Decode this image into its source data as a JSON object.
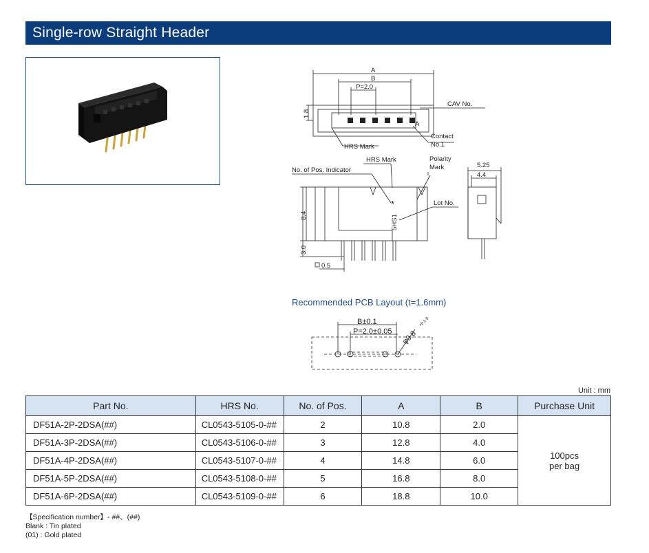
{
  "page": {
    "title": "Single-row Straight Header"
  },
  "drawing": {
    "top_view": {
      "dim_a": "A",
      "dim_b": "B",
      "pitch": "P=2.0",
      "height": "1.8",
      "cav_no": "CAV No.",
      "cav_letter": "A",
      "contact_label_1": "Contact",
      "contact_label_2": "No.1",
      "hrs_mark": "HRS Mark"
    },
    "front_view": {
      "hrs_mark": "HRS Mark",
      "pos_indicator": "No. of Pos. Indicator",
      "polarity_1": "Polarity",
      "polarity_2": "Mark",
      "lot_no": "Lot No.",
      "lot_code": "5HS1",
      "star": "*",
      "dim_body": "8.4",
      "dim_pin": "3.0",
      "pin_square": "0.5",
      "side_w1": "5.25",
      "side_w2": "4.4"
    }
  },
  "pcb": {
    "title": "Recommended PCB Layout (t=1.6mm)",
    "dim_b": "B±0.1",
    "dim_p": "P=2.0±0.05",
    "hole_main": "φ0.8",
    "hole_tol": "+0.1 0"
  },
  "table": {
    "unit": "Unit : mm",
    "headers": [
      "Part No.",
      "HRS No.",
      "No. of Pos.",
      "A",
      "B",
      "Purchase Unit"
    ],
    "rows": [
      [
        "DF51A-2P-2DSA(##)",
        "CL0543-5105-0-##",
        "2",
        "10.8",
        "2.0"
      ],
      [
        "DF51A-3P-2DSA(##)",
        "CL0543-5106-0-##",
        "3",
        "12.8",
        "4.0"
      ],
      [
        "DF51A-4P-2DSA(##)",
        "CL0543-5107-0-##",
        "4",
        "14.8",
        "6.0"
      ],
      [
        "DF51A-5P-2DSA(##)",
        "CL0543-5108-0-##",
        "5",
        "16.8",
        "8.0"
      ],
      [
        "DF51A-6P-2DSA(##)",
        "CL0543-5109-0-##",
        "6",
        "18.8",
        "10.0"
      ]
    ],
    "purchase_unit_1": "100pcs",
    "purchase_unit_2": "per bag"
  },
  "notes": {
    "line1": "【Specification number】- ##、(##)",
    "line2": "Blank : Tin plated",
    "line3": "(01) : Gold plated"
  },
  "colors": {
    "header_bg": "#0b3d7d",
    "table_header_bg": "#d6e3f3",
    "pcb_title": "#1f4c8a"
  }
}
